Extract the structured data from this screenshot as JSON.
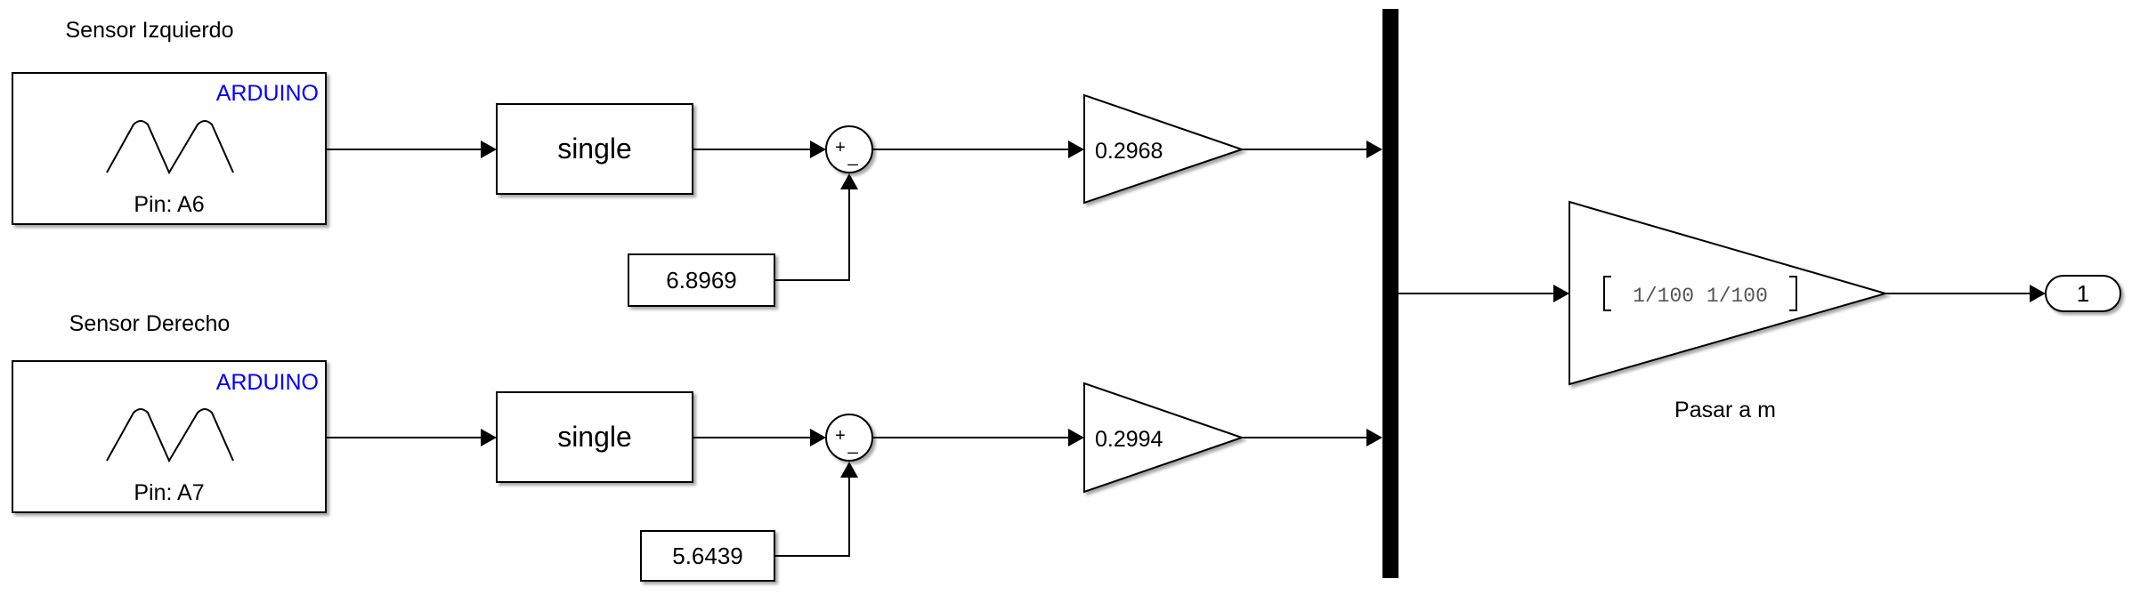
{
  "sensors": [
    {
      "title": "Sensor Izquierdo",
      "brand": "ARDUINO",
      "pin": "Pin: A6",
      "convert": "single",
      "offset": "6.8969",
      "gain": "0.2968"
    },
    {
      "title": "Sensor Derecho",
      "brand": "ARDUINO",
      "pin": "Pin: A7",
      "convert": "single",
      "offset": "5.6439",
      "gain": "0.2994"
    }
  ],
  "sum": {
    "plus": "+",
    "minus": "_"
  },
  "final_gain": {
    "value": "1/100 1/100",
    "label": "Pasar a m"
  },
  "outport": {
    "number": "1"
  },
  "colors": {
    "brand": "#0000ff",
    "line": "#000000",
    "bus": "#000000"
  }
}
